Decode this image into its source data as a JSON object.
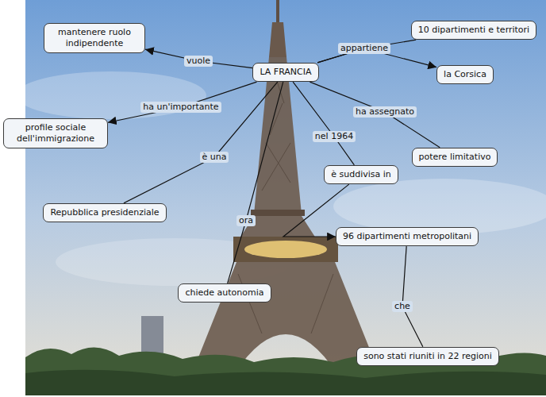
{
  "diagram": {
    "nodes": [
      {
        "text": [
          "mantenere ruolo indipendente"
        ]
      },
      {
        "text": [
          "10 dipartimenti e territori"
        ]
      },
      {
        "text": [
          "LA FRANCIA"
        ]
      },
      {
        "text": [
          "la Corsica"
        ]
      },
      {
        "text": [
          "profile sociale dell'immigrazione"
        ]
      },
      {
        "text": [
          "potere limitativo"
        ]
      },
      {
        "text": [
          "è suddivisa in"
        ]
      },
      {
        "text": [
          "Repubblica presidenziale"
        ]
      },
      {
        "text": [
          "96 dipartimenti metropolitani"
        ]
      },
      {
        "text": [
          "chiede autonomia"
        ]
      },
      {
        "text": [
          "sono stati riuniti in 22 regioni"
        ]
      }
    ],
    "edges": [
      {
        "from": 2,
        "to": 0,
        "arrow": "to",
        "label": "vuole"
      },
      {
        "from": 2,
        "to": 1,
        "arrow": "none",
        "label": "appartiene"
      },
      {
        "from": 2,
        "to": 3,
        "arrow": "to"
      },
      {
        "from": 2,
        "to": 4,
        "arrow": "to",
        "label": "ha un'importante"
      },
      {
        "from": 2,
        "to": 5,
        "arrow": "none",
        "label": "ha assegnato"
      },
      {
        "from": 2,
        "to": 6,
        "arrow": "none",
        "label": "nel 1964"
      },
      {
        "from": 6,
        "to": 8,
        "arrow": "to"
      },
      {
        "from": 2,
        "to": 7,
        "arrow": "none",
        "label": "è una"
      },
      {
        "from": 2,
        "to": 9,
        "arrow": "none",
        "label": "ora"
      },
      {
        "from": 8,
        "to": 10,
        "arrow": "none",
        "label": "che"
      }
    ]
  }
}
